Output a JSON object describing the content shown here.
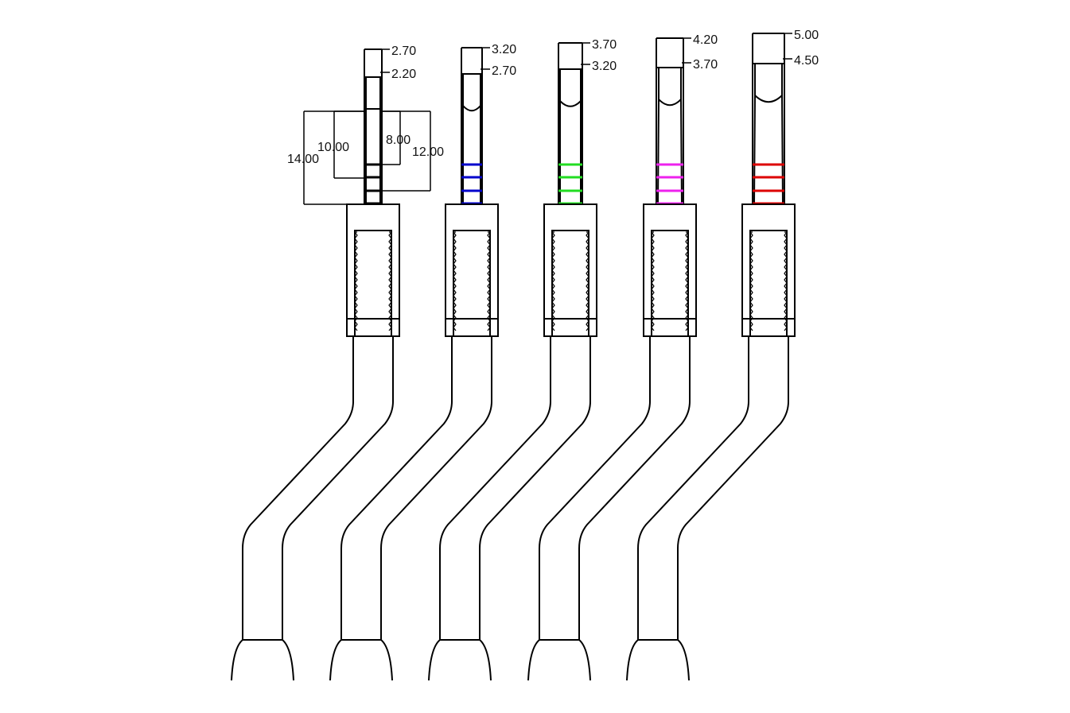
{
  "diagram": {
    "line_color": "#000000",
    "instruments": [
      {
        "id": "drill-1",
        "band_color": "#000000",
        "tip_diameter": "2.70",
        "pilot_diameter": "2.20",
        "depth_marks": [
          "8.00",
          "10.00",
          "12.00",
          "14.00"
        ]
      },
      {
        "id": "drill-2",
        "band_color": "#0000cc",
        "tip_diameter": "3.20",
        "pilot_diameter": "2.70"
      },
      {
        "id": "drill-3",
        "band_color": "#22dd22",
        "tip_diameter": "3.70",
        "pilot_diameter": "3.20"
      },
      {
        "id": "drill-4",
        "band_color": "#ee22ee",
        "tip_diameter": "4.20",
        "pilot_diameter": "3.70"
      },
      {
        "id": "drill-5",
        "band_color": "#dd0000",
        "tip_diameter": "5.00",
        "pilot_diameter": "4.50"
      }
    ]
  }
}
